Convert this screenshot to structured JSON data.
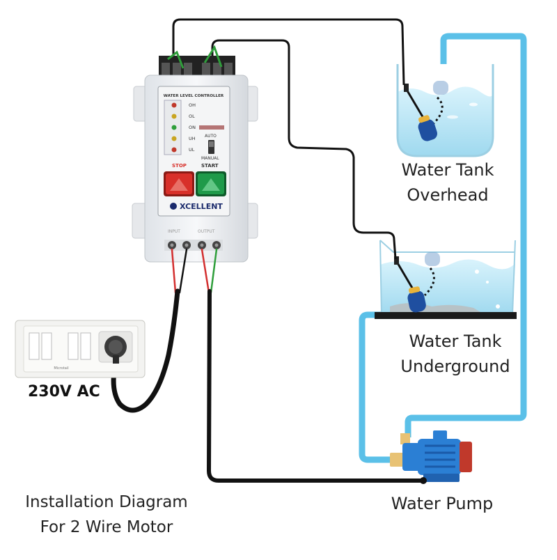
{
  "labels": {
    "overhead_line1": "Water Tank",
    "overhead_line2": "Overhead",
    "underground_line1": "Water Tank",
    "underground_line2": "Underground",
    "pump": "Water Pump",
    "voltage": "230V AC",
    "caption_line1": "Installation Diagram",
    "caption_line2": "For 2 Wire Motor"
  },
  "controller": {
    "title": "WATER LEVEL CONTROLLER",
    "indicators": [
      "OH",
      "OL",
      "ON",
      "UH",
      "UL"
    ],
    "mode_auto": "AUTO",
    "mode_manual": "MANUAL",
    "stop_label": "STOP",
    "start_label": "START",
    "brand": "XCELLENT",
    "input_label": "INPUT",
    "output_label": "OUTPUT"
  },
  "switchboard": {
    "brand": "Microtail"
  },
  "colors": {
    "pipe": "#5bc0e8",
    "water": "#cfeefa",
    "wire": "#111111",
    "wire_red": "#d32f2f",
    "wire_green": "#2e9e3a",
    "stop_button": "#d8302a",
    "start_button": "#1f9a4a",
    "pump_body": "#2b7fd4",
    "pump_motor_end": "#c0392b",
    "float_switch": "#1f4fa0"
  }
}
